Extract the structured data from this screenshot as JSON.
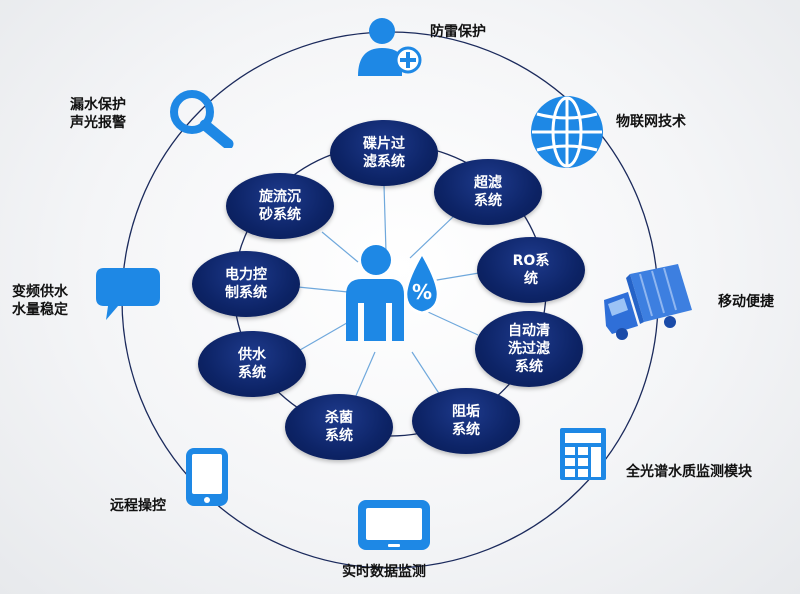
{
  "center": {
    "icon": "person-water-drop-percent-icon",
    "percent_symbol": "%"
  },
  "inner_nodes": [
    {
      "label": "碟片过\n滤系统"
    },
    {
      "label": "超滤\n系统"
    },
    {
      "label": "RO系\n统"
    },
    {
      "label": "自动清\n洗过滤\n系统"
    },
    {
      "label": "阻垢\n系统"
    },
    {
      "label": "杀菌\n系统"
    },
    {
      "label": "供水\n系统"
    },
    {
      "label": "电力控\n制系统"
    },
    {
      "label": "旋流沉\n砂系统"
    }
  ],
  "outer_features": [
    {
      "label": "防雷保护",
      "icon": "user-plus-icon"
    },
    {
      "label": "物联网技术",
      "icon": "globe-icon"
    },
    {
      "label": "移动便捷",
      "icon": "truck-icon"
    },
    {
      "label": "全光谱水质监测模块",
      "icon": "calculator-icon"
    },
    {
      "label": "实时数据监测",
      "icon": "monitor-icon"
    },
    {
      "label": "远程操控",
      "icon": "mobile-phone-icon"
    },
    {
      "label": "变频供水\n水量稳定",
      "icon": "speech-bubble-icon"
    },
    {
      "label": "漏水保护\n声光报警",
      "icon": "magnifier-icon"
    }
  ],
  "colors": {
    "icon_blue": "#1e88e5",
    "node_navy": "#0d2467",
    "ring": "#1b2a5c",
    "spoke": "#6fa8dc"
  }
}
